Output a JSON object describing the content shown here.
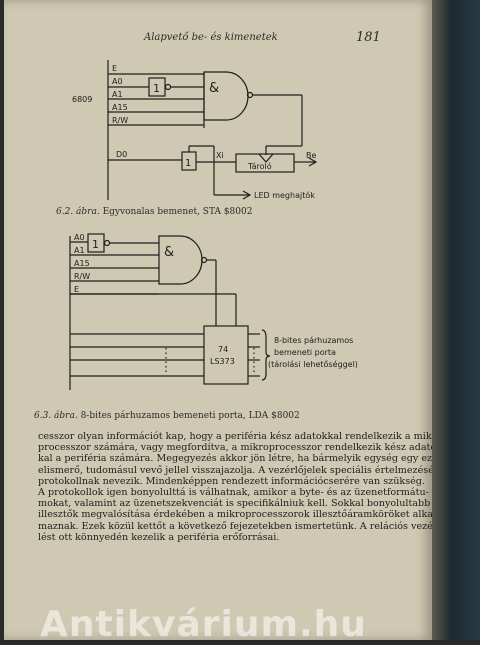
{
  "header": {
    "title": "Alapvető be- és kimenetek",
    "page_number": "181"
  },
  "figure1": {
    "caption_num": "6.2. ábra.",
    "caption_text": "Egyvonalas bemenet, STA $8002",
    "cpu": "6809",
    "signals": [
      "E",
      "A0",
      "A1",
      "A15",
      "R/W"
    ],
    "d0": "D0",
    "xi": "Xi",
    "latch": "Tároló",
    "be": "Be",
    "led": "LED meghajtók",
    "gate1": "1",
    "gate2": "&",
    "gate3": "1"
  },
  "figure2": {
    "caption_num": "6.3. ábra.",
    "caption_text": "8-bites párhuzamos bemeneti porta, LDA $8002",
    "signals": [
      "A0",
      "A1",
      "A15",
      "R/W",
      "E"
    ],
    "chip_line1": "74",
    "chip_line2": "LS373",
    "note_line1": "8-bites párhuzamos",
    "note_line2": "bemeneti porta",
    "note_line3": "(tárolási lehetőséggel)",
    "gate1": "1",
    "gate2": "&"
  },
  "body_lines": [
    "cesszor olyan információt kap, hogy a periféria kész adatokkal rendelkezik a mikro-",
    "processzor számára, vagy megfordítva, a mikroprocesszor rendelkezik kész adatok-",
    "kal a periféria számára. Megegyezés akkor jön létre, ha bármelyik egység egy ezt",
    "elismerő, tudomásul vevő jellel visszajazolja. A vezérlőjelek speciális értelmezését",
    "protokollnak nevezik. Mindenképpen rendezett információcserére van szükség.",
    "A protokollok igen bonyolulttá is válhatnak, amikor a byte- és az üzenetformátu-",
    "mokat, valamint az üzenetszekvenciát is specifikálniuk kell. Sokkal bonyolultabb",
    "illesztők megvalósítása érdekében a mikroprocesszorok illesztőáramköröket alkal-",
    "maznak. Ezek közül kettőt a következő fejezetekben ismertetünk. A relációs vezér-",
    "lést ott könnyedén kezelik a periféria erőforrásai."
  ],
  "watermark": "Antikvárium.hu"
}
